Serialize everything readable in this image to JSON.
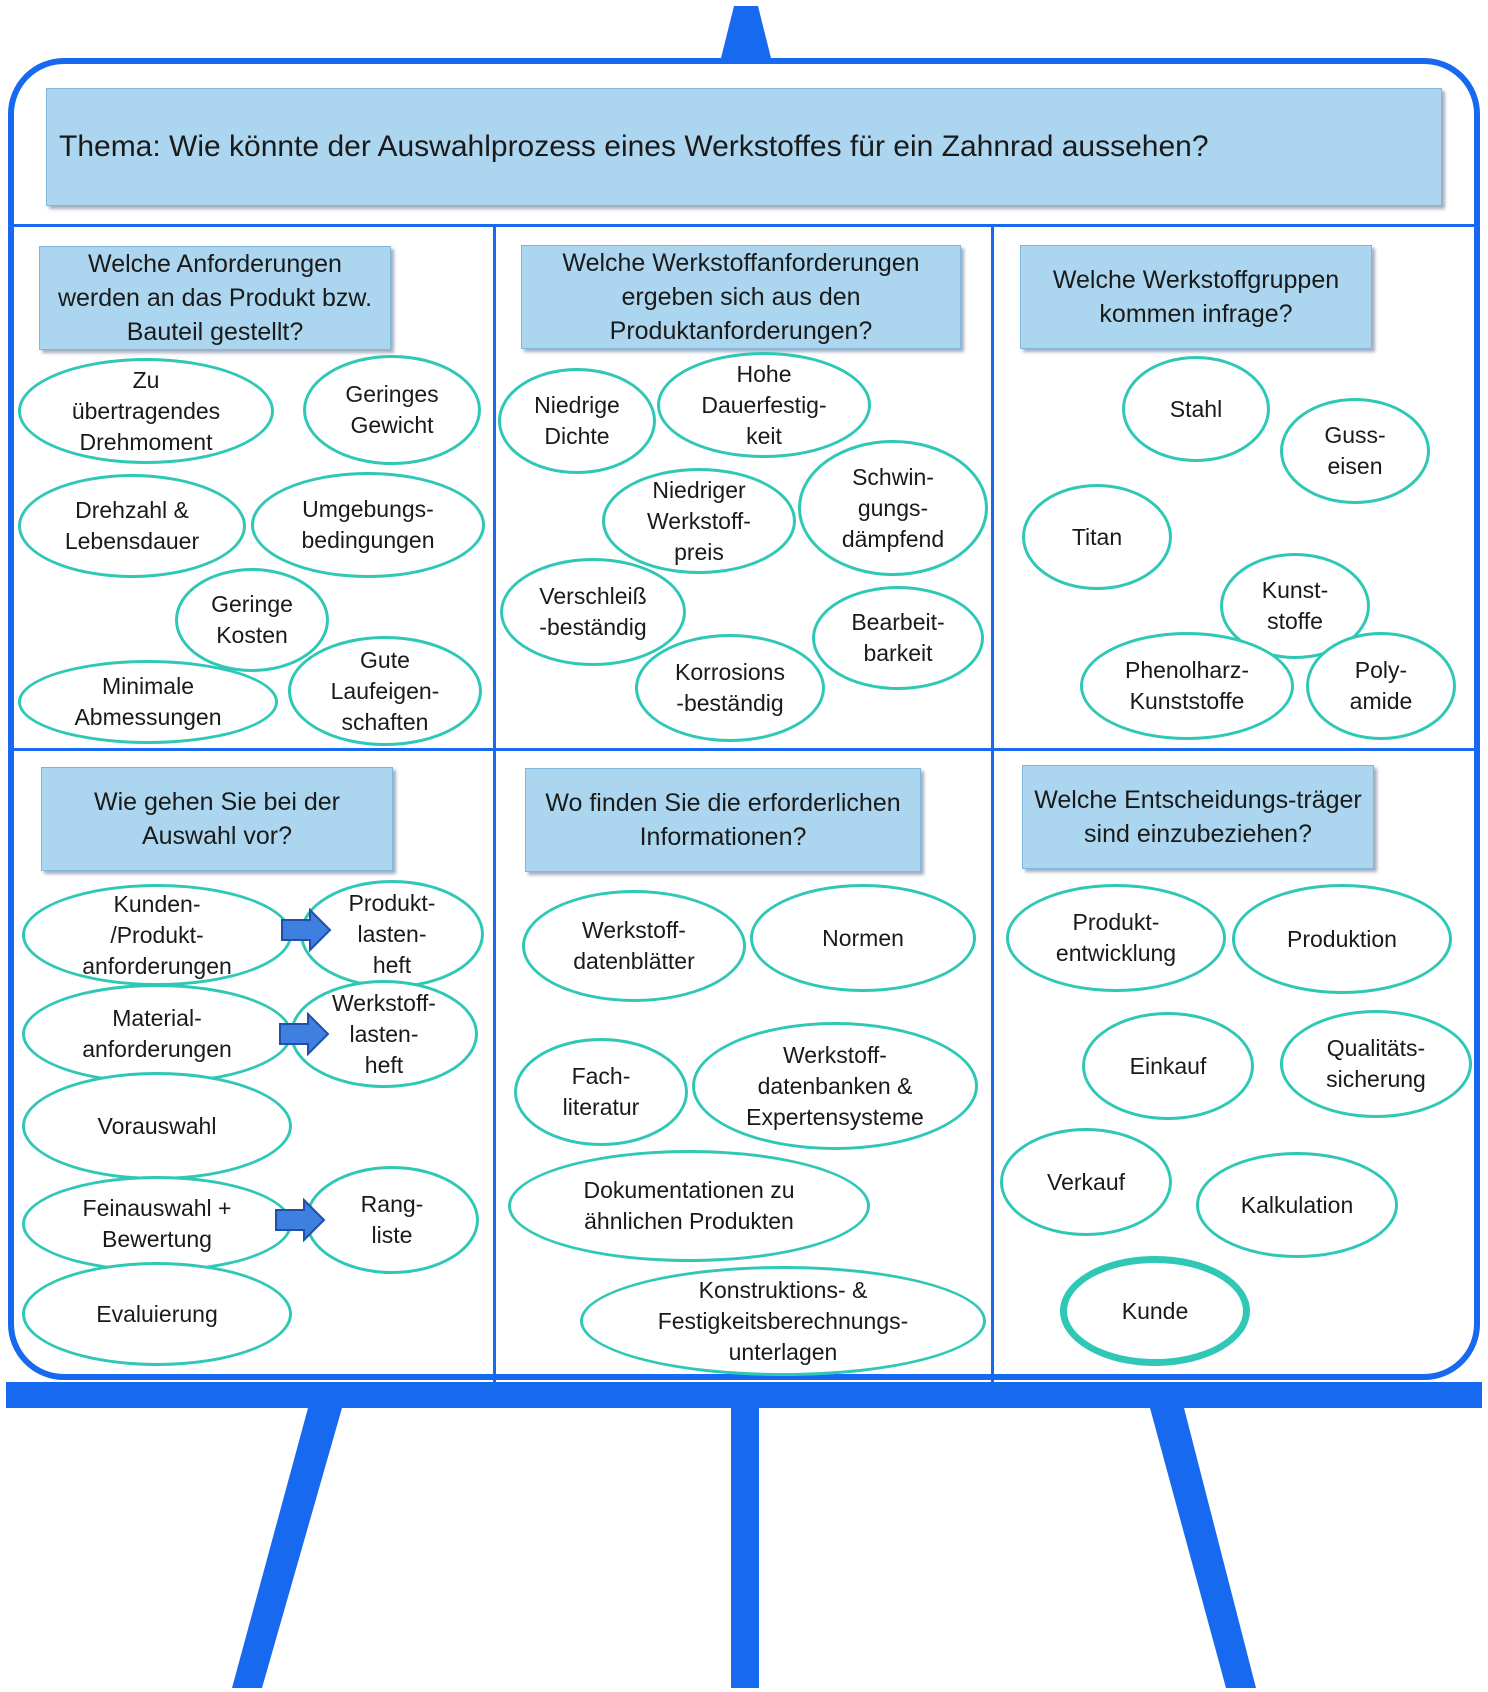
{
  "theme": "Thema:  Wie könnte der Auswahlprozess eines Werkstoffes für ein Zahnrad aussehen?",
  "colors": {
    "frame": "#1769f0",
    "question_fill": "#acd6ef",
    "oval_border": "#2fc7b5",
    "arrow": "#3f7fe0"
  },
  "sections": [
    {
      "question": "Welche Anforderungen werden an das Produkt bzw. Bauteil gestellt?",
      "items": [
        "Zu\nübertragendes\nDrehmoment",
        "Geringes\nGewicht",
        "Drehzahl &\nLebensdauer",
        "Umgebungs-\nbedingungen",
        "Geringe\nKosten",
        "Minimale\nAbmessungen",
        "Gute\nLaufeigen-\nschaften"
      ]
    },
    {
      "question": "Welche Werkstoffanforderungen ergeben sich aus den Produktanforderungen?",
      "items": [
        "Niedrige\nDichte",
        "Hohe\nDauerfestig-\nkeit",
        "Niedriger\nWerkstoff-\npreis",
        "Schwin-\ngungs-\ndämpfend",
        "Verschleiß\n-beständig",
        "Bearbeit-\nbarkeit",
        "Korrosions\n-beständig"
      ]
    },
    {
      "question": "Welche Werkstoffgruppen kommen infrage?",
      "items": [
        "Stahl",
        "Guss-\neisen",
        "Titan",
        "Kunst-\nstoffe",
        "Phenolharz-\nKunststoffe",
        "Poly-\namide"
      ]
    },
    {
      "question": "Wie gehen Sie bei der Auswahl vor?",
      "items": [
        "Kunden-\n/Produkt-\nanforderungen",
        "Produkt-\nlasten-\nheft",
        "Material-\nanforderungen",
        "Werkstoff-\nlasten-\nheft",
        "Vorauswahl",
        "Feinauswahl +\nBewertung",
        "Rang-\nliste",
        "Evaluierung"
      ]
    },
    {
      "question": "Wo finden Sie die erforderlichen Informationen?",
      "items": [
        "Werkstoff-\ndatenblätter",
        "Normen",
        "Fach-\nliteratur",
        "Werkstoff-\ndatenbanken &\nExpertensysteme",
        "Dokumentationen zu\nähnlichen Produkten",
        "Konstruktions- &\nFestigkeitsberechnungs-\nunterlagen"
      ]
    },
    {
      "question": "Welche Entscheidungs-träger sind einzubeziehen?",
      "items": [
        "Produkt-\nentwicklung",
        "Produktion",
        "Einkauf",
        "Qualitäts-\nsicherung",
        "Verkauf",
        "Kalkulation",
        "Kunde"
      ]
    }
  ]
}
